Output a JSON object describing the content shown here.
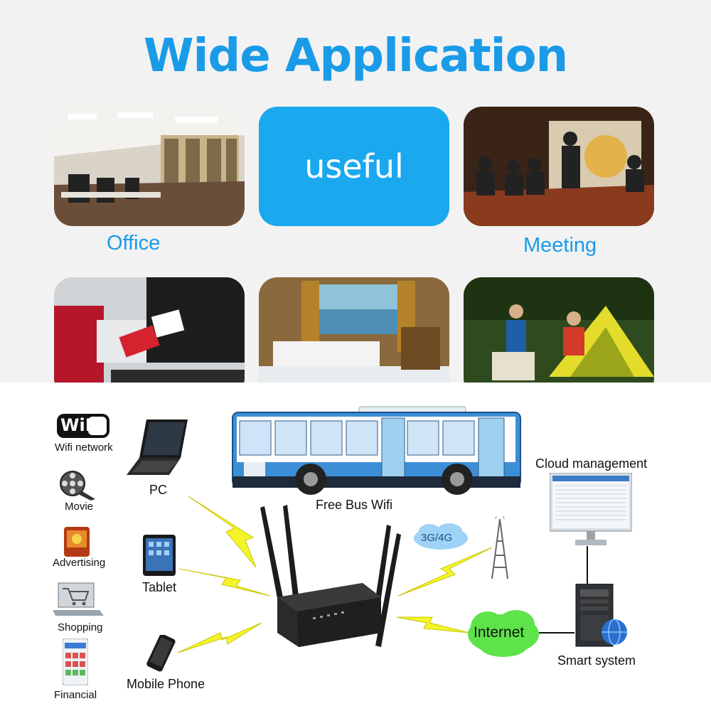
{
  "title": "Wide Application",
  "tiles": {
    "center_label": "useful",
    "office_caption": "Office",
    "meeting_caption": "Meeting"
  },
  "diagram": {
    "wifi_logo": "WiFi",
    "left_icons": [
      "Wifi network",
      "Movie",
      "Advertising",
      "Shopping",
      "Financial"
    ],
    "devices": {
      "pc": "PC",
      "tablet": "Tablet",
      "phone": "Mobile Phone"
    },
    "bus_label": "Free Bus Wifi",
    "network_label": "3G/4G",
    "internet_label": "Internet",
    "cloud_label": "Cloud management",
    "smart_label": "Smart  system"
  },
  "colors": {
    "accent": "#1a9be8",
    "tile_blue": "#1aa8ef",
    "lightning": "#f3f52a",
    "internet_green": "#5ee34a"
  }
}
